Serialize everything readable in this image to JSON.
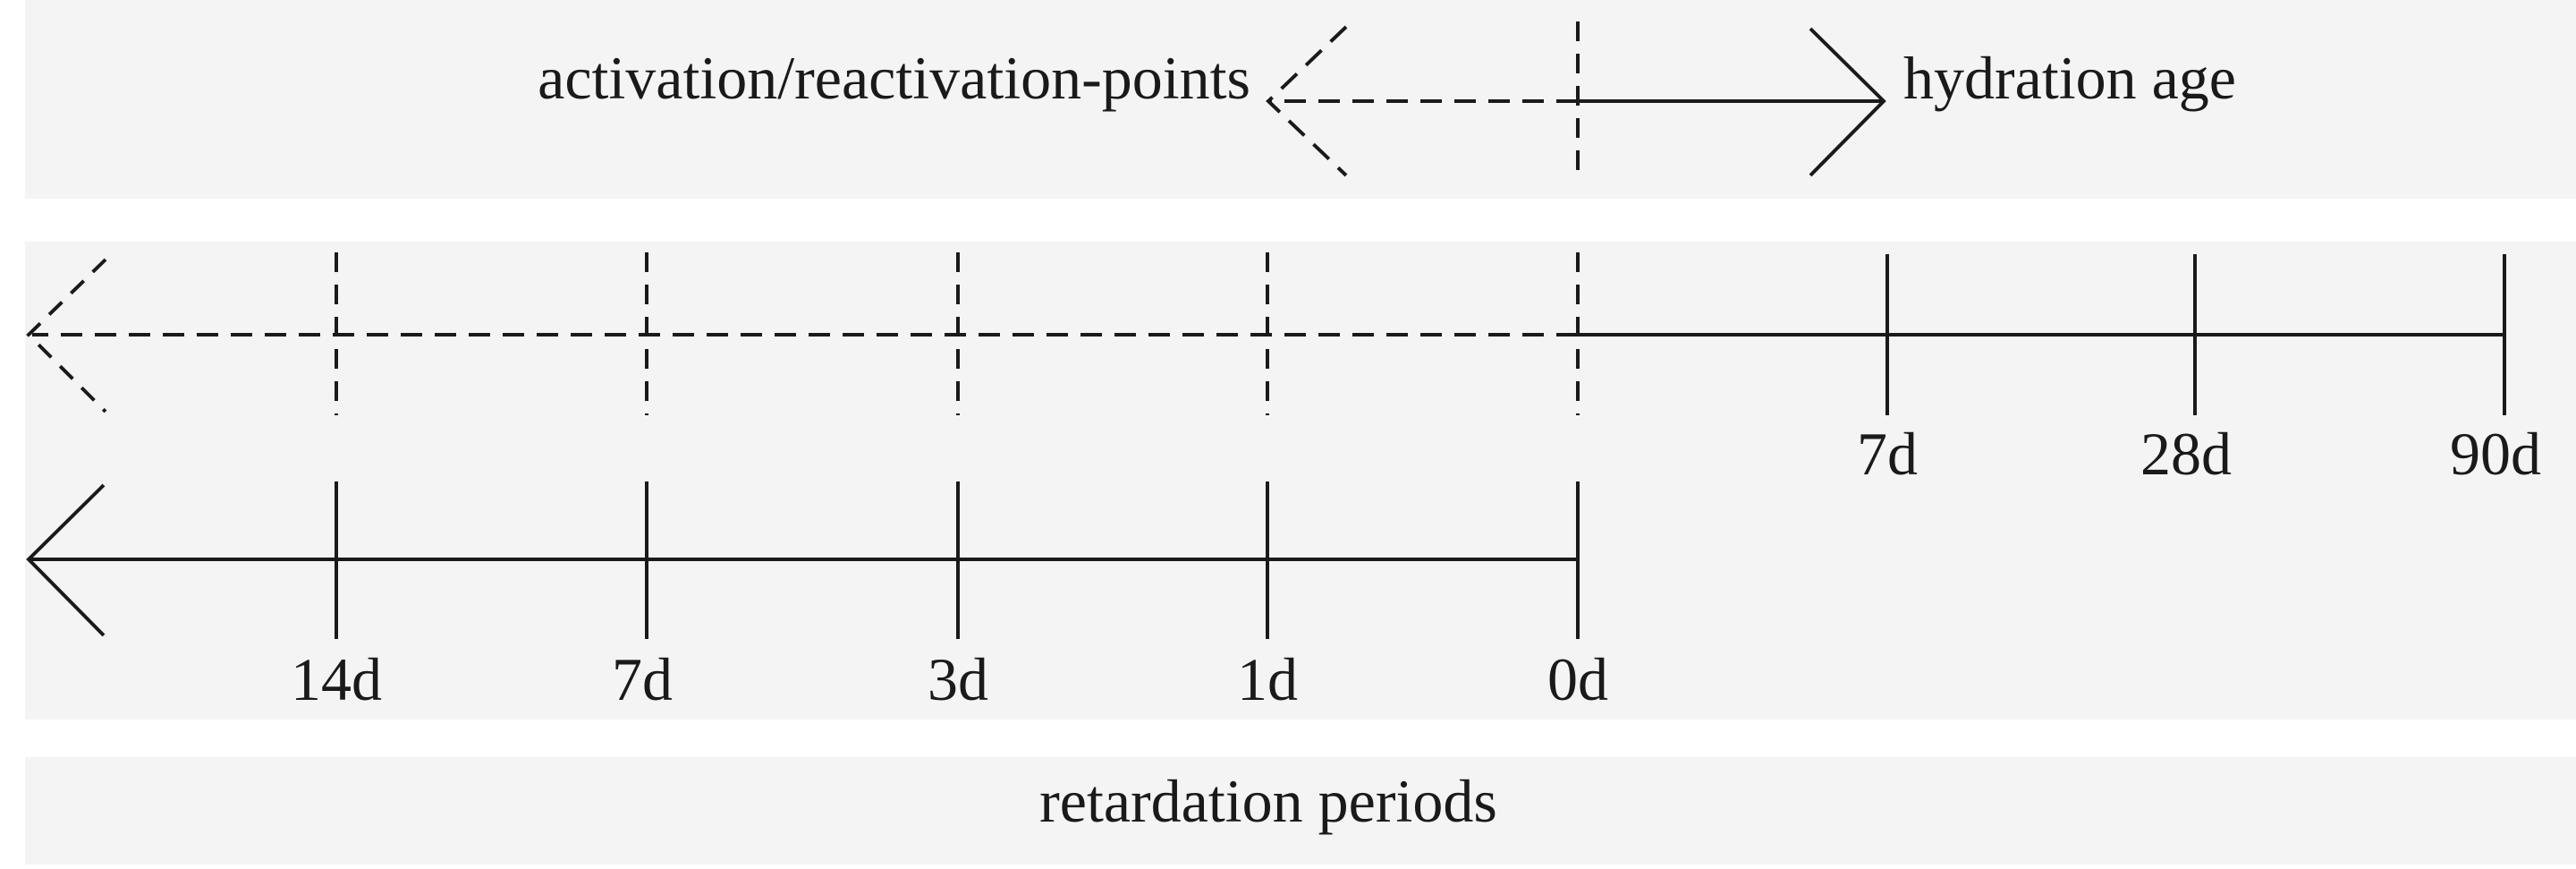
{
  "colors": {
    "band": "#f4f4f4",
    "stroke": "#1a1a1a",
    "text": "#1a1a1a"
  },
  "top": {
    "left_label": "activation/reactivation-points",
    "right_label": "hydration age"
  },
  "hydration_ticks": [
    "7d",
    "28d",
    "90d"
  ],
  "retardation_ticks": [
    "14d",
    "7d",
    "3d",
    "1d",
    "0d"
  ],
  "bottom_label": "retardation periods"
}
